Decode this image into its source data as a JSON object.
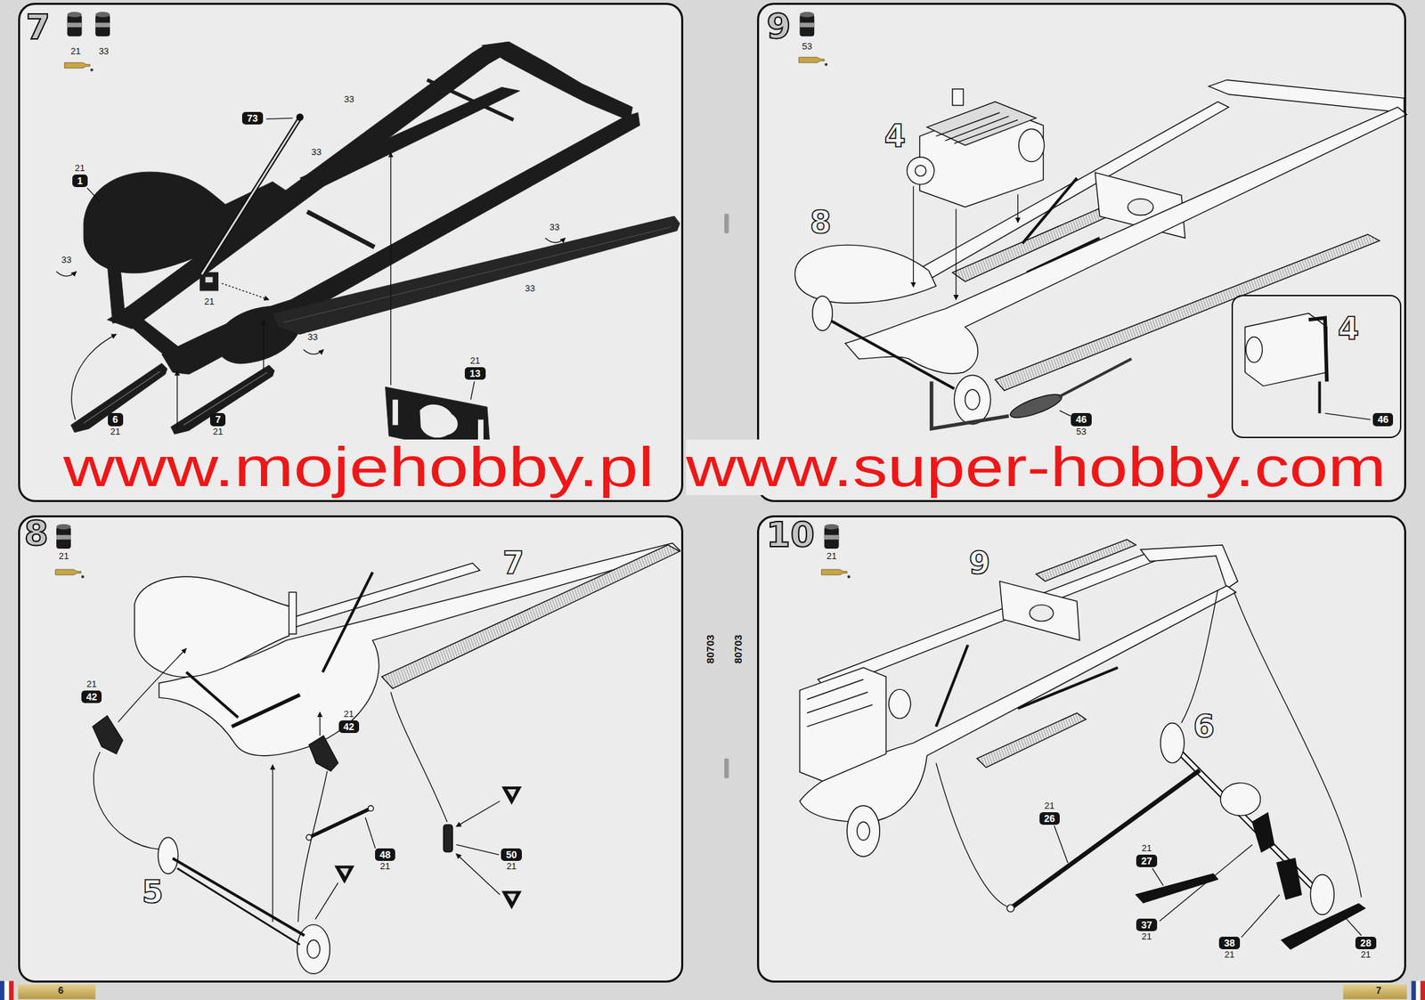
{
  "diagram": {
    "nodes": [
      {
        "text": [
          "7"
        ]
      },
      {
        "text": [
          "73"
        ],
        "in": 0
      },
      {
        "text": [
          "21",
          "1"
        ],
        "in": 0
      },
      {
        "text": [
          "21",
          "13"
        ],
        "in": 0
      },
      {
        "text": [
          "6",
          "21"
        ],
        "in": 0
      },
      {
        "text": [
          "7",
          "21"
        ],
        "in": 0
      },
      {
        "text": [
          "9"
        ]
      },
      {
        "text": [
          "4"
        ],
        "in": 6
      },
      {
        "text": [
          "46"
        ],
        "in": 7
      },
      {
        "text": [
          "46",
          "53"
        ],
        "in": 6
      },
      {
        "text": [
          "8"
        ]
      },
      {
        "text": [
          "21",
          "42"
        ],
        "in": 10
      },
      {
        "text": [
          "21",
          "42"
        ],
        "in": 10
      },
      {
        "text": [
          "48",
          "21"
        ],
        "in": 10
      },
      {
        "text": [
          "50",
          "21"
        ],
        "in": 10
      },
      {
        "text": [
          "10"
        ]
      },
      {
        "text": [
          "21",
          "26"
        ],
        "in": 15
      },
      {
        "text": [
          "21",
          "27"
        ],
        "in": 15
      },
      {
        "text": [
          "37",
          "21"
        ],
        "in": 15
      },
      {
        "text": [
          "38",
          "21"
        ],
        "in": 15
      },
      {
        "text": [
          "28",
          "21"
        ],
        "in": 15
      }
    ],
    "labels": [
      "21",
      "33",
      "33",
      "33",
      "33",
      "33",
      "33",
      "33",
      "21",
      "53",
      "4",
      "8",
      "21",
      "7",
      "5",
      "21",
      "9",
      "6",
      "www.mojehobby.pl",
      "www.super-hobby.com",
      "6",
      "80703",
      "80703",
      "7"
    ]
  }
}
